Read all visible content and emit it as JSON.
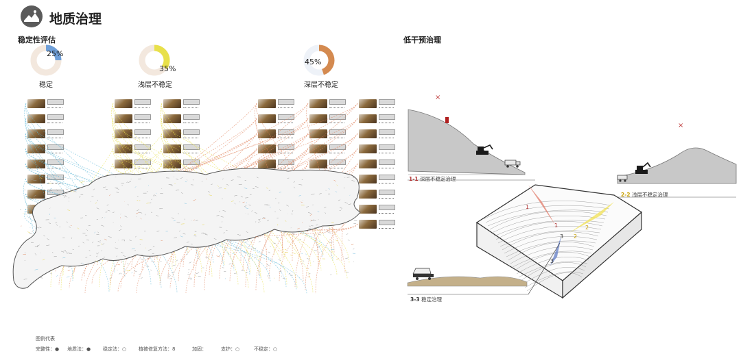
{
  "header": {
    "title": "地质治理",
    "icon": "terrain-icon"
  },
  "stability_section": {
    "title": "稳定性评估",
    "categories": [
      {
        "label": "稳定",
        "percent": 25,
        "percent_text": "25%",
        "color": "#6f9fd8",
        "line_color": "#5fb8d8"
      },
      {
        "label": "浅层不稳定",
        "percent": 35,
        "percent_text": "35%",
        "color": "#e8e04a",
        "line_color": "#e8e04a"
      },
      {
        "label": "深层不稳定",
        "percent": 45,
        "percent_text": "45%",
        "color": "#d48a50",
        "line_color": "#e0805a"
      }
    ],
    "legend": {
      "title": "图例代表",
      "items": [
        "完整性：●",
        "地质法：●",
        "稳定法：○",
        "植被修复方法：8",
        "加固：",
        "支护：○",
        "不稳定：○"
      ]
    }
  },
  "intervention_section": {
    "title": "低干预治理",
    "callouts": [
      {
        "num": "1-1",
        "text": "深层不稳定治理"
      },
      {
        "num": "2-2",
        "text": "浅层不稳定治理"
      },
      {
        "num": "3-3",
        "text": "稳定治理"
      }
    ],
    "section_markers": [
      "1",
      "1",
      "2",
      "2",
      "3",
      "3"
    ]
  }
}
